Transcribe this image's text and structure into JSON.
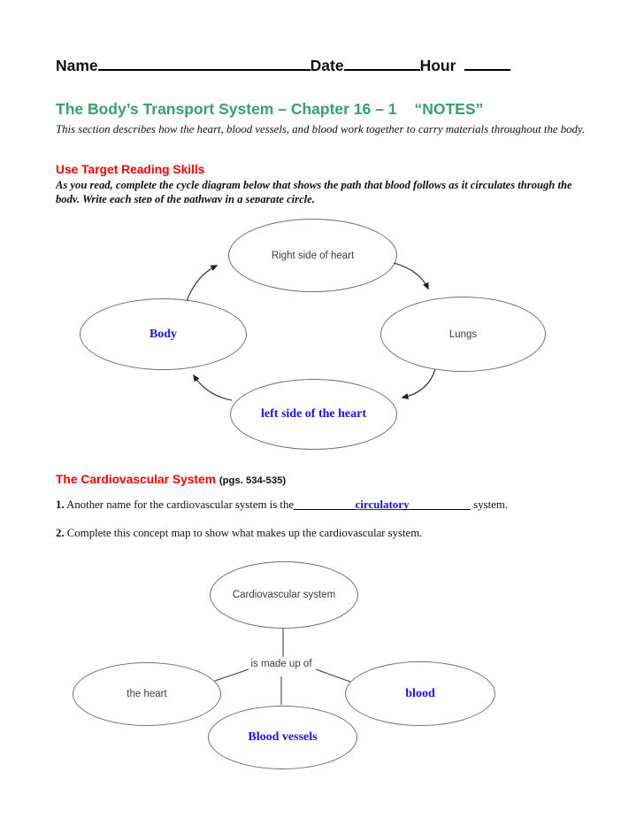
{
  "header": {
    "name_label": "Name",
    "date_label": "Date",
    "hour_label": "Hour"
  },
  "title": {
    "main": "The Body’s Transport System – Chapter 16 – 1",
    "notes": "“NOTES”"
  },
  "intro": "This section describes how the heart, blood vessels, and blood work together to carry materials throughout the body.",
  "section_reading": {
    "heading": "Use Target Reading Skills",
    "instructions": "As you read, complete the cycle diagram below that shows the path that blood follows as it circulates through the body. Write each step of the pathway in a separate circle."
  },
  "cycle_diagram": {
    "top": "Right side of heart",
    "right": "Lungs",
    "bottom": "left side of the heart",
    "left": "Body"
  },
  "section_cardio": {
    "heading": "The Cardiovascular System",
    "pages_ref": "(pgs. 534-535)",
    "q1_num": "1.",
    "q1_text": " Another name for the cardiovascular system is the",
    "q1_answer": "circulatory",
    "q1_suffix": " system.",
    "q2_num": "2.",
    "q2_text": " Complete this concept map to show what makes up the cardiovascular system."
  },
  "concept_map": {
    "root": "Cardiovascular system",
    "connector_label": "is made up of",
    "child_left": "the heart",
    "child_right": "blood",
    "child_bottom": "Blood vessels"
  },
  "colors": {
    "title_green": "#37a169",
    "heading_red": "#ff0000",
    "answer_blue": "#1515ff",
    "diagram_text_gray": "#3d3d3d",
    "ellipse_border_gray": "#6f6f6f"
  }
}
